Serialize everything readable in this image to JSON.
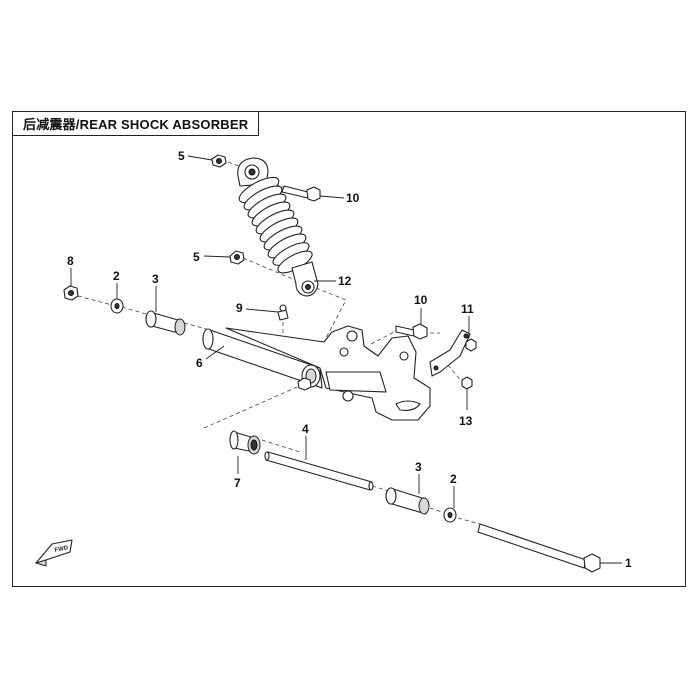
{
  "title": "后减震器/REAR SHOCK ABSORBER",
  "fwd_label": "FWD",
  "callouts": [
    {
      "id": "c5a",
      "label": "5"
    },
    {
      "id": "c10a",
      "label": "10"
    },
    {
      "id": "c5b",
      "label": "5"
    },
    {
      "id": "c12",
      "label": "12"
    },
    {
      "id": "c8",
      "label": "8"
    },
    {
      "id": "c2a",
      "label": "2"
    },
    {
      "id": "c3a",
      "label": "3"
    },
    {
      "id": "c9",
      "label": "9"
    },
    {
      "id": "c6",
      "label": "6"
    },
    {
      "id": "c10b",
      "label": "10"
    },
    {
      "id": "c11",
      "label": "11"
    },
    {
      "id": "c13",
      "label": "13"
    },
    {
      "id": "c4",
      "label": "4"
    },
    {
      "id": "c7",
      "label": "7"
    },
    {
      "id": "c3b",
      "label": "3"
    },
    {
      "id": "c2b",
      "label": "2"
    },
    {
      "id": "c1",
      "label": "1"
    }
  ]
}
